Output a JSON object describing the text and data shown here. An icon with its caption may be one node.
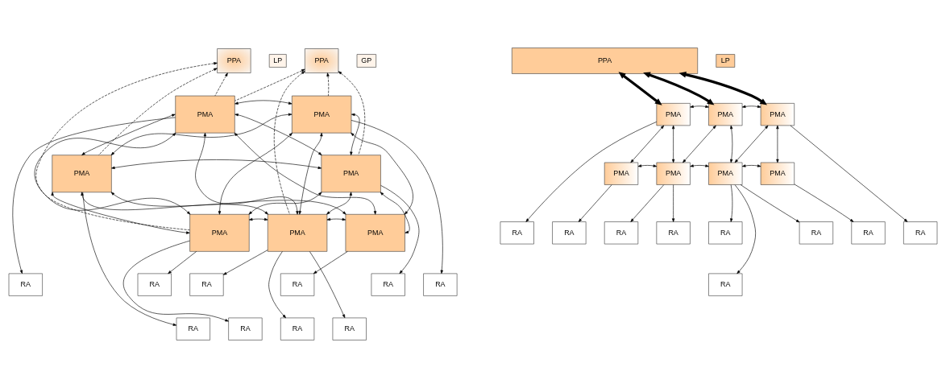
{
  "diagram": {
    "nodes": [
      {
        "text": [
          "PPA"
        ]
      },
      {
        "text": [
          "LP"
        ]
      },
      {
        "text": [
          "PPA"
        ]
      },
      {
        "text": [
          "GP"
        ]
      },
      {
        "text": [
          "PMA"
        ]
      },
      {
        "text": [
          "PMA"
        ]
      },
      {
        "text": [
          "PMA"
        ]
      },
      {
        "text": [
          "PMA"
        ]
      },
      {
        "text": [
          "PMA"
        ]
      },
      {
        "text": [
          "PMA"
        ]
      },
      {
        "text": [
          "PMA"
        ]
      },
      {
        "text": [
          "RA"
        ]
      },
      {
        "text": [
          "RA"
        ]
      },
      {
        "text": [
          "RA"
        ]
      },
      {
        "text": [
          "RA"
        ]
      },
      {
        "text": [
          "RA"
        ]
      },
      {
        "text": [
          "RA"
        ]
      },
      {
        "text": [
          "RA"
        ]
      },
      {
        "text": [
          "RA"
        ]
      },
      {
        "text": [
          "RA"
        ]
      },
      {
        "text": [
          "RA"
        ]
      },
      {
        "text": [
          "PPA"
        ]
      },
      {
        "text": [
          "LP"
        ]
      },
      {
        "text": [
          "PMA"
        ]
      },
      {
        "text": [
          "PMA"
        ]
      },
      {
        "text": [
          "PMA"
        ]
      },
      {
        "text": [
          "PMA"
        ]
      },
      {
        "text": [
          "PMA"
        ]
      },
      {
        "text": [
          "PMA"
        ]
      },
      {
        "text": [
          "PMA"
        ]
      },
      {
        "text": [
          "RA"
        ]
      },
      {
        "text": [
          "RA"
        ]
      },
      {
        "text": [
          "RA"
        ]
      },
      {
        "text": [
          "RA"
        ]
      },
      {
        "text": [
          "RA"
        ]
      },
      {
        "text": [
          "RA"
        ]
      },
      {
        "text": [
          "RA"
        ]
      },
      {
        "text": [
          "RA"
        ]
      },
      {
        "text": [
          "RA"
        ]
      }
    ],
    "edges": [
      {
        "from": 4,
        "to": 0,
        "arrow": "to",
        "style": "dashed"
      },
      {
        "from": 6,
        "to": 0,
        "arrow": "to",
        "style": "dashed"
      },
      {
        "from": 8,
        "to": 0,
        "arrow": "to",
        "style": "dashed"
      },
      {
        "from": 4,
        "to": 2,
        "arrow": "to",
        "style": "dashed"
      },
      {
        "from": 5,
        "to": 2,
        "arrow": "to",
        "style": "dashed"
      },
      {
        "from": 9,
        "to": 2,
        "arrow": "to",
        "style": "dashed"
      },
      {
        "from": 7,
        "to": 2,
        "arrow": "to",
        "style": "dashed"
      },
      {
        "from": 4,
        "to": 5,
        "arrow": "both"
      },
      {
        "from": 4,
        "to": 6,
        "arrow": "both"
      },
      {
        "from": 5,
        "to": 7,
        "arrow": "both"
      },
      {
        "from": 4,
        "to": 7,
        "arrow": "both"
      },
      {
        "from": 4,
        "to": 8,
        "arrow": "both"
      },
      {
        "from": 4,
        "to": 9,
        "arrow": "both"
      },
      {
        "from": 4,
        "to": 10,
        "arrow": "both"
      },
      {
        "from": 5,
        "to": 6,
        "arrow": "both"
      },
      {
        "from": 5,
        "to": 8,
        "arrow": "both"
      },
      {
        "from": 5,
        "to": 9,
        "arrow": "both"
      },
      {
        "from": 5,
        "to": 10,
        "arrow": "both"
      },
      {
        "from": 6,
        "to": 7,
        "arrow": "both"
      },
      {
        "from": 6,
        "to": 8,
        "arrow": "both"
      },
      {
        "from": 6,
        "to": 9,
        "arrow": "both"
      },
      {
        "from": 6,
        "to": 10,
        "arrow": "both"
      },
      {
        "from": 7,
        "to": 8,
        "arrow": "both"
      },
      {
        "from": 7,
        "to": 9,
        "arrow": "both"
      },
      {
        "from": 7,
        "to": 10,
        "arrow": "both"
      },
      {
        "from": 8,
        "to": 9,
        "arrow": "both"
      },
      {
        "from": 10,
        "to": 9,
        "arrow": "both"
      },
      {
        "from": 4,
        "to": 11,
        "arrow": "to"
      },
      {
        "from": 6,
        "to": 17,
        "arrow": "to"
      },
      {
        "from": 8,
        "to": 12,
        "arrow": "to"
      },
      {
        "from": 8,
        "to": 18,
        "arrow": "to"
      },
      {
        "from": 9,
        "to": 13,
        "arrow": "to"
      },
      {
        "from": 9,
        "to": 19,
        "arrow": "to"
      },
      {
        "from": 9,
        "to": 20,
        "arrow": "to"
      },
      {
        "from": 10,
        "to": 14,
        "arrow": "to"
      },
      {
        "from": 7,
        "to": 15,
        "arrow": "to"
      },
      {
        "from": 5,
        "to": 16,
        "arrow": "to"
      },
      {
        "from": 21,
        "to": 23,
        "arrow": "both",
        "style": "thick"
      },
      {
        "from": 21,
        "to": 24,
        "arrow": "both",
        "style": "thick"
      },
      {
        "from": 21,
        "to": 25,
        "arrow": "both",
        "style": "thick"
      },
      {
        "from": 23,
        "to": 24,
        "arrow": "both"
      },
      {
        "from": 24,
        "to": 25,
        "arrow": "both"
      },
      {
        "from": 23,
        "to": 26,
        "arrow": "both"
      },
      {
        "from": 23,
        "to": 27,
        "arrow": "both"
      },
      {
        "from": 24,
        "to": 27,
        "arrow": "both"
      },
      {
        "from": 24,
        "to": 28,
        "arrow": "both"
      },
      {
        "from": 25,
        "to": 28,
        "arrow": "both"
      },
      {
        "from": 25,
        "to": 29,
        "arrow": "both"
      },
      {
        "from": 26,
        "to": 27,
        "arrow": "both"
      },
      {
        "from": 27,
        "to": 28,
        "arrow": "both"
      },
      {
        "from": 28,
        "to": 29,
        "arrow": "both"
      },
      {
        "from": 23,
        "to": 30,
        "arrow": "to"
      },
      {
        "from": 26,
        "to": 31,
        "arrow": "to"
      },
      {
        "from": 27,
        "to": 32,
        "arrow": "to"
      },
      {
        "from": 27,
        "to": 33,
        "arrow": "to"
      },
      {
        "from": 28,
        "to": 34,
        "arrow": "to"
      },
      {
        "from": 28,
        "to": 35,
        "arrow": "to"
      },
      {
        "from": 28,
        "to": 38,
        "arrow": "to"
      },
      {
        "from": 29,
        "to": 36,
        "arrow": "to"
      },
      {
        "from": 25,
        "to": 37,
        "arrow": "to"
      }
    ]
  }
}
